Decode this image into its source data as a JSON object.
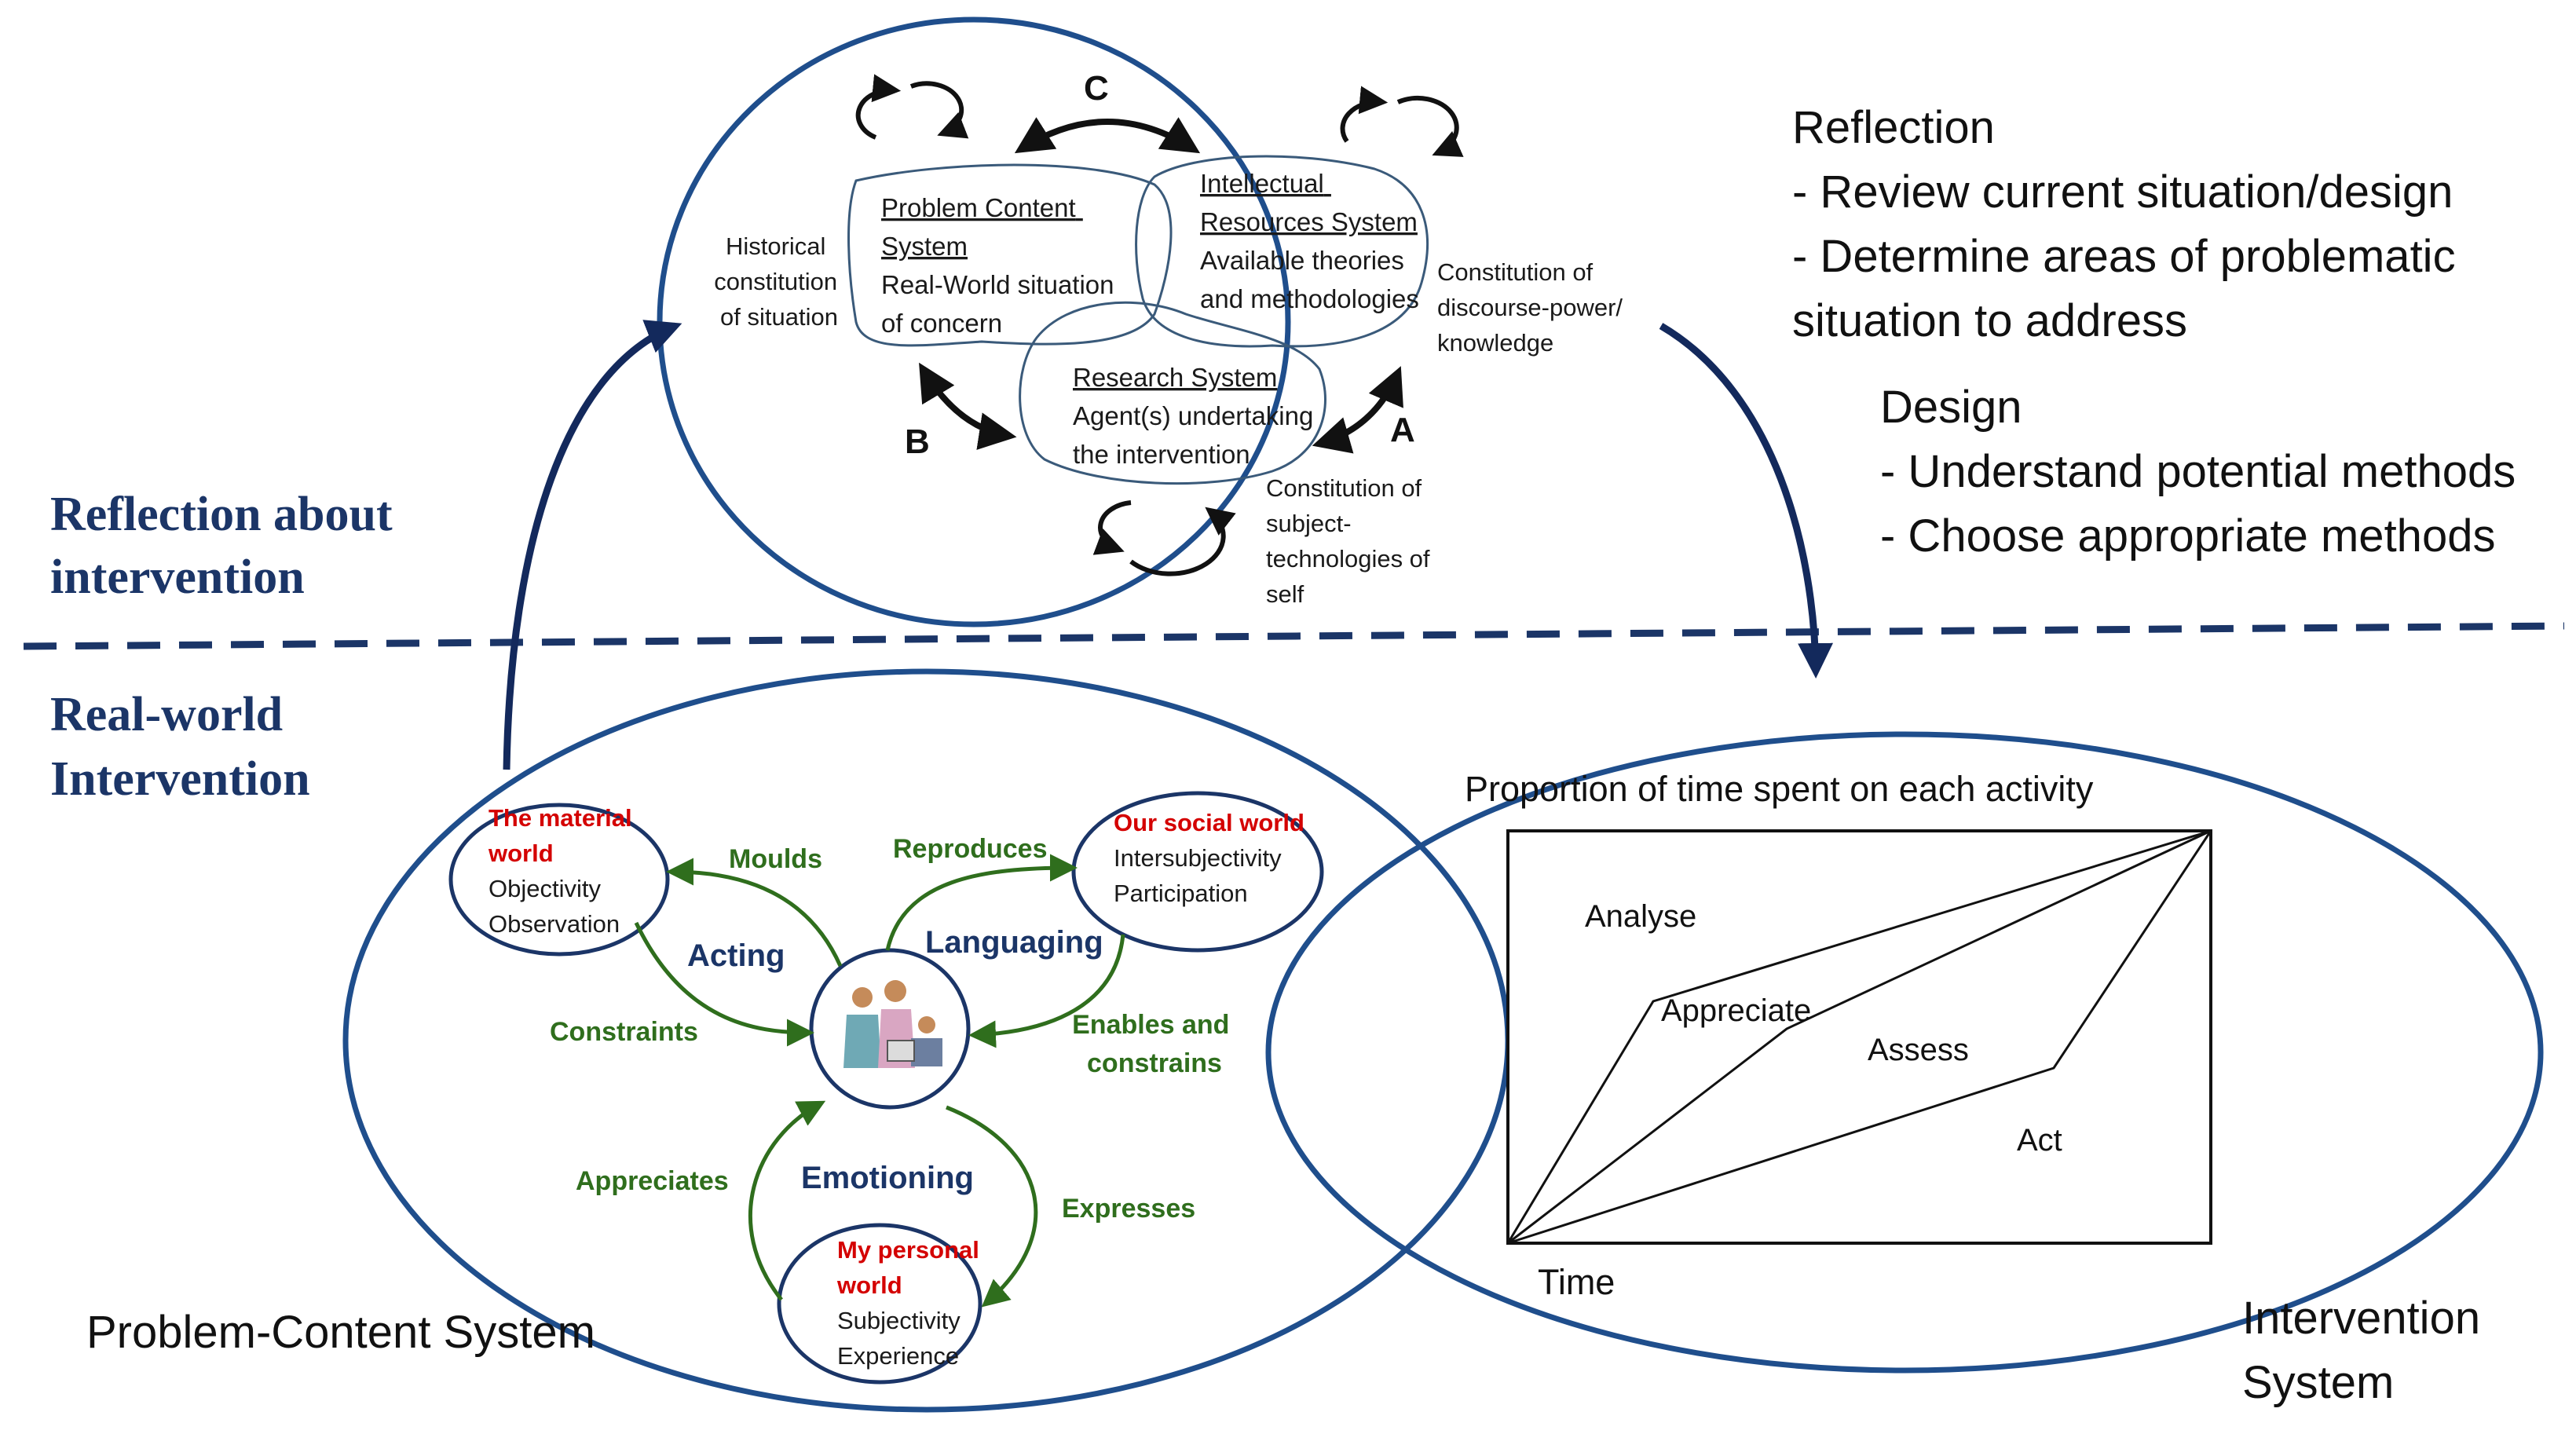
{
  "sections": {
    "reflection_about": [
      "Reflection about",
      "intervention"
    ],
    "real_world": [
      "Real-world",
      "Intervention"
    ]
  },
  "top_ellipse": {
    "label_a": "A",
    "label_b": "B",
    "label_c": "C",
    "problem_content": {
      "title_lines": [
        "Problem Content",
        "System"
      ],
      "body_lines": [
        "Real-World situation",
        "of concern"
      ]
    },
    "intellectual": {
      "title_lines": [
        "Intellectual",
        "Resources System"
      ],
      "body_lines": [
        "Available theories",
        "and methodologies"
      ]
    },
    "research": {
      "title_lines": [
        "Research System"
      ],
      "body_lines": [
        "Agent(s) undertaking",
        "the intervention"
      ]
    },
    "historical": [
      "Historical",
      "constitution",
      "of situation"
    ],
    "discourse": [
      "Constitution of",
      "discourse-power/",
      "knowledge"
    ],
    "subject": [
      "Constitution of",
      "subject-",
      "technologies of",
      "self"
    ]
  },
  "right_panel": {
    "reflection_title": "Reflection",
    "reflection_items": [
      "- Review current situation/design",
      "- Determine areas of problematic",
      "situation to address"
    ],
    "design_title": "Design",
    "design_items": [
      "- Understand potential methods",
      "- Choose appropriate methods"
    ]
  },
  "problem_content_system": {
    "caption": "Problem-Content System",
    "material_world": {
      "title_lines": [
        "The material",
        "world"
      ],
      "body_lines": [
        "Objectivity",
        "Observation"
      ]
    },
    "social_world": {
      "title_lines": [
        "Our social world"
      ],
      "body_lines": [
        "Intersubjectivity",
        "Participation"
      ]
    },
    "personal_world": {
      "title_lines": [
        "My personal",
        "world"
      ],
      "body_lines": [
        "Subjectivity",
        "Experience"
      ]
    },
    "acting": "Acting",
    "languaging": "Languaging",
    "emotioning": "Emotioning",
    "moulds": "Moulds",
    "constraints": "Constraints",
    "reproduces": "Reproduces",
    "enables": [
      "Enables and",
      "constrains"
    ],
    "appreciates": "Appreciates",
    "expresses": "Expresses"
  },
  "intervention_system": {
    "caption_lines": [
      "Intervention",
      "System"
    ],
    "chart_title": "Proportion of time spent on each activity",
    "x_label": "Time",
    "regions": [
      "Analyse",
      "Appreciate",
      "Assess",
      "Act"
    ]
  },
  "colors": {
    "navy": "#1b3567",
    "red": "#d40000",
    "green": "#2f6e1d",
    "ellipse_stroke": "#1f4e8c"
  }
}
